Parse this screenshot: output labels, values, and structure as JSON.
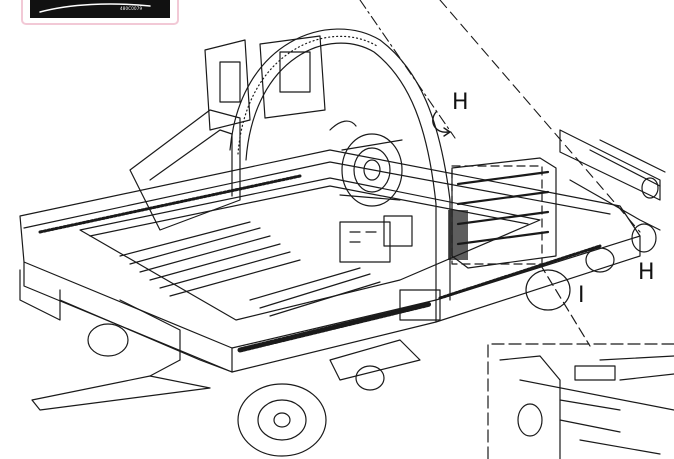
{
  "figure": {
    "callouts": [
      {
        "id": "h-top",
        "text": "H"
      },
      {
        "id": "h-right",
        "text": "H"
      },
      {
        "id": "i-right",
        "text": "I"
      }
    ],
    "logo_text": "480C0079"
  },
  "colors": {
    "ink": "#1a1a1a",
    "logo_bg": "#111111",
    "logo_border": "#f2c9d6"
  }
}
